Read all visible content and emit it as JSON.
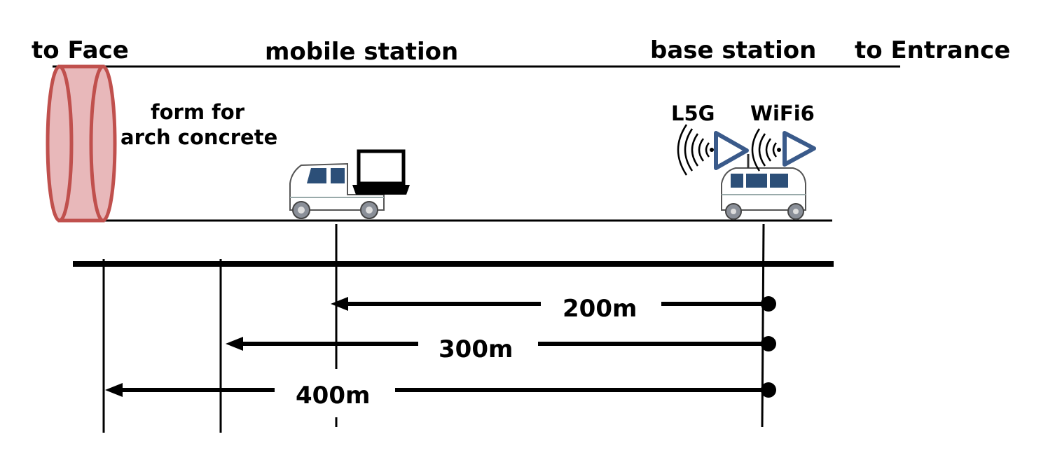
{
  "labels": {
    "to_face": "to Face",
    "mobile_station": "mobile station",
    "base_station": "base station",
    "to_entrance": "to Entrance",
    "form_line1": "form for",
    "form_line2": "arch concrete",
    "l5g": "L5G",
    "wifi6": "WiFi6"
  },
  "distances": [
    {
      "label": "200m"
    },
    {
      "label": "300m"
    },
    {
      "label": "400m"
    }
  ],
  "colors": {
    "form_fill": "#e8b8ba",
    "form_stroke": "#c0504d",
    "antenna": "#3a5a8a",
    "line": "#000000",
    "van_body": "#ffffff",
    "van_window": "#2c4f78",
    "wheel": "#8a8f98"
  },
  "icons": {
    "form": "cylinder-form-icon",
    "mobile_van": "van-icon",
    "laptop": "laptop-icon",
    "base_van": "van-icon",
    "antenna": "antenna-triangle-icon",
    "signal": "radio-waves-icon"
  }
}
